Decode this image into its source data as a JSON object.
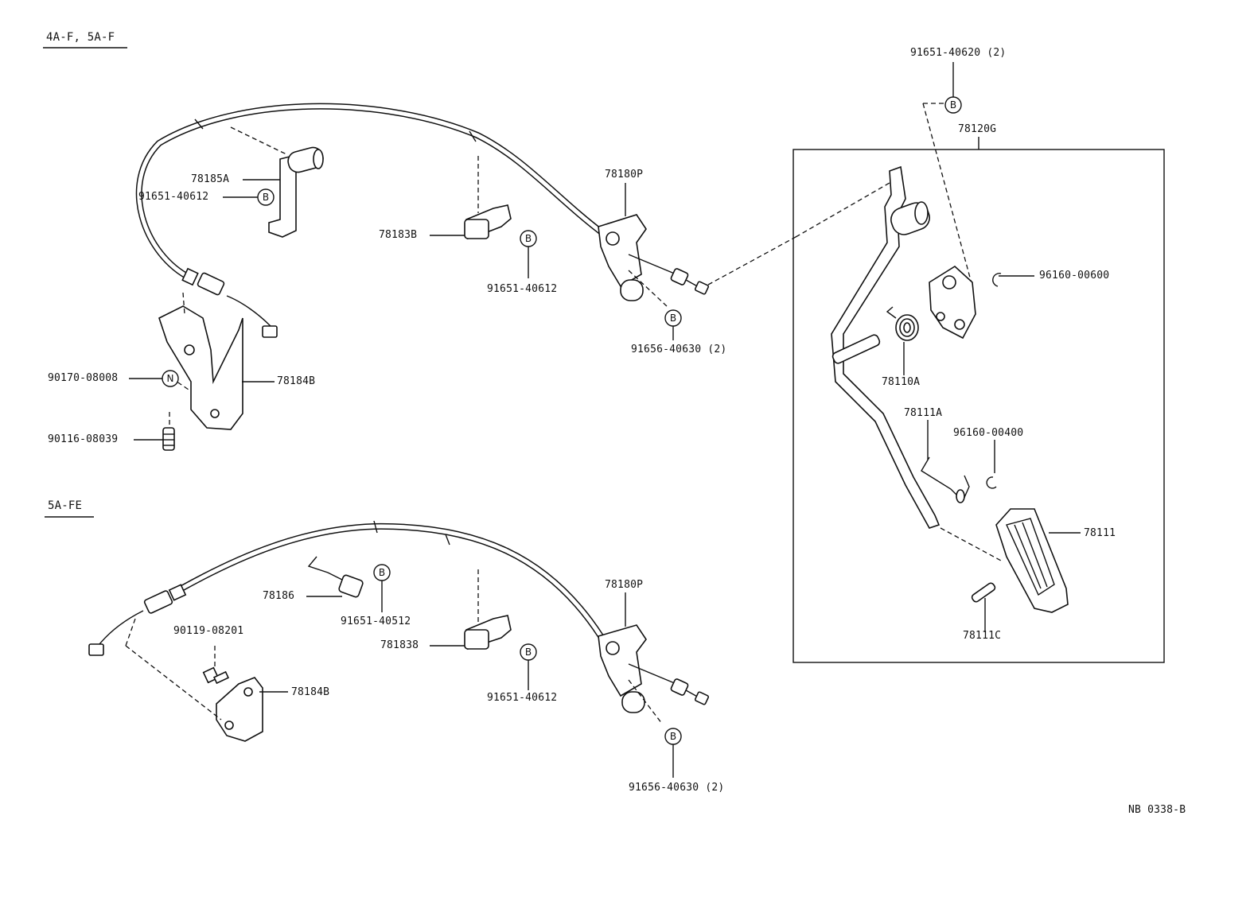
{
  "sections": {
    "upper": "4A-F, 5A-F",
    "lower": "5A-FE"
  },
  "circle_letters": {
    "b": "B",
    "n": "N"
  },
  "labels": {
    "p78185A": "78185A",
    "p91651_40612_top": "91651-40612",
    "p78183B": "78183B",
    "p91651_40612_mid": "91651-40612",
    "p78180P_top": "78180P",
    "p91656_40630_top": "91656-40630 (2)",
    "p90170_08008": "90170-08008",
    "p78184B_top": "78184B",
    "p90116_08039": "90116-08039",
    "p91651_40620": "91651-40620 (2)",
    "p78120G": "78120G",
    "p96160_00600": "96160-00600",
    "p78110A": "78110A",
    "p78111A": "78111A",
    "p96160_00400": "96160-00400",
    "p78111": "78111",
    "p78111C": "78111C",
    "p78186": "78186",
    "p91651_40512": "91651-40512",
    "p90119_08201": "90119-08201",
    "p78184B_bot": "78184B",
    "p781838": "781838",
    "p91651_40612_bot": "91651-40612",
    "p78180P_bot": "78180P",
    "p91656_40630_bot": "91656-40630 (2)",
    "code": "NB  0338-B"
  }
}
